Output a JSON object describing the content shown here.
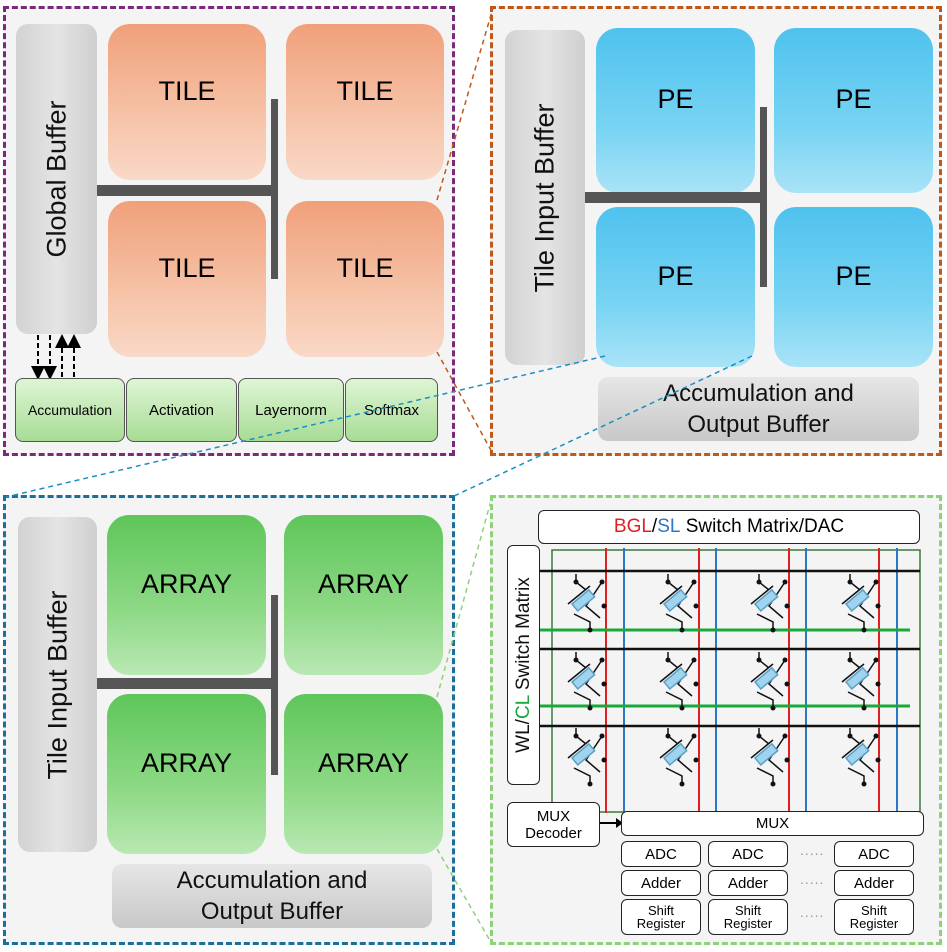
{
  "chip": {
    "global_buffer": "Global Buffer",
    "tiles": [
      "TILE",
      "TILE",
      "TILE",
      "TILE"
    ],
    "functions": [
      "Accumulation",
      "Activation",
      "Layernorm",
      "Softmax"
    ]
  },
  "tile_view": {
    "input_buffer": "Tile Input Buffer",
    "pes": [
      "PE",
      "PE",
      "PE",
      "PE"
    ],
    "output_line1": "Accumulation and",
    "output_line2": "Output Buffer"
  },
  "pe_view": {
    "input_buffer": "Tile Input Buffer",
    "arrays": [
      "ARRAY",
      "ARRAY",
      "ARRAY",
      "ARRAY"
    ],
    "output_line1": "Accumulation and",
    "output_line2": "Output Buffer"
  },
  "array_view": {
    "top_bgl": "BGL",
    "top_slash": "/",
    "top_sl": "SL",
    "top_rest": " Switch Matrix/DAC",
    "left_wl": "WL/",
    "left_cl": "CL",
    "left_rest": " Switch Matrix",
    "mux_decoder_line1": "MUX",
    "mux_decoder_line2": "Decoder",
    "mux": "MUX",
    "adc": "ADC",
    "adder": "Adder",
    "shift_line1": "Shift",
    "shift_line2": "Register",
    "ellipsis": "....."
  },
  "colors": {
    "chip_border": "#7b2a7b",
    "tile_border": "#c0581a",
    "pe_border": "#1b6f9a",
    "array_border": "#8fd07a",
    "bgl_red": "#e02020",
    "sl_blue": "#2a78c8",
    "cl_green": "#1aa83a"
  }
}
